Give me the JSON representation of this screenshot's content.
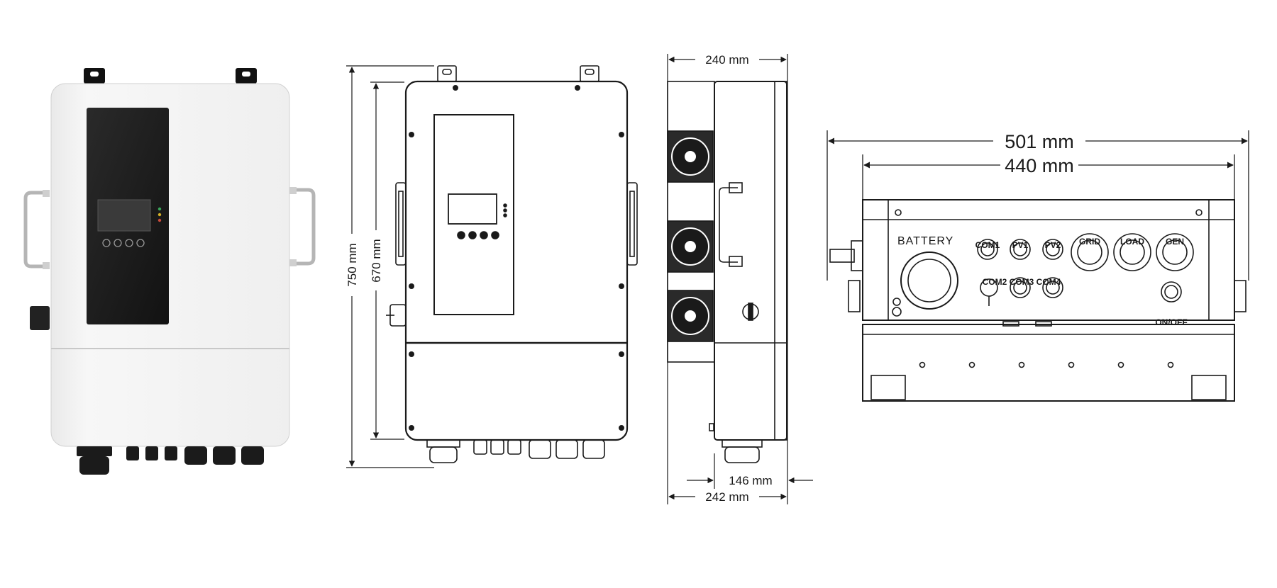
{
  "dimensions": {
    "height_total": "750 mm",
    "height_body": "670 mm",
    "depth_top": "240 mm",
    "depth_bottom": "242 mm",
    "depth_inner": "146 mm",
    "width_total": "501 mm",
    "width_body": "440 mm"
  },
  "bottom_panel": {
    "battery": "BATTERY",
    "com1": "COM1",
    "pv1": "PV1",
    "pv2": "PV2",
    "grid": "GRID",
    "load": "LOAD",
    "gen": "GEN",
    "com_row": "COM2 COM3 COM4",
    "on_off": "ON/OFF"
  },
  "colors": {
    "line": "#1a1a1a",
    "panel": "#1c1c1c",
    "housing": "#f4f4f4"
  }
}
